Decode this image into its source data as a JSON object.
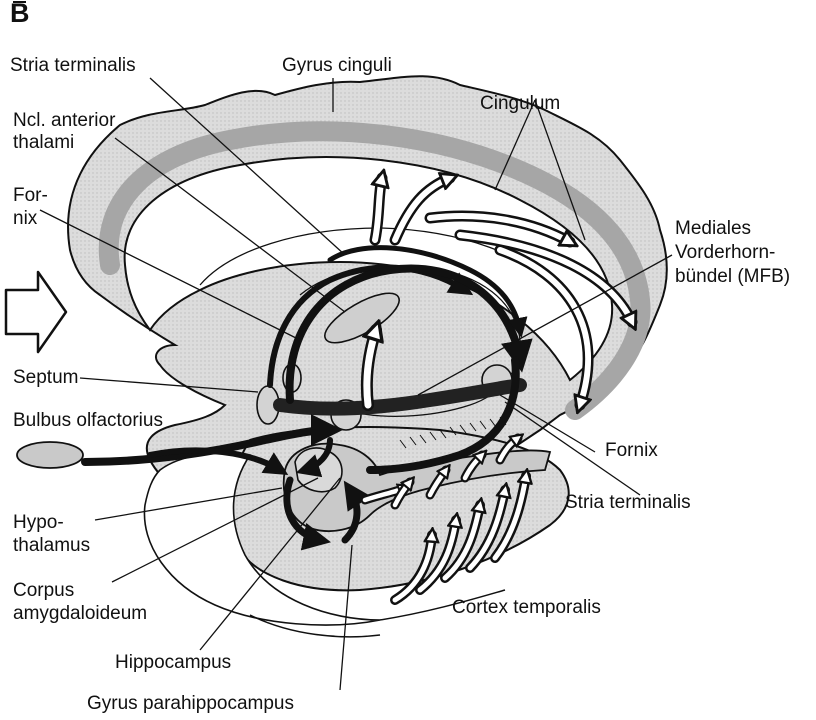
{
  "panel_letter": "B",
  "labels": {
    "stria_terminalis_top": "Stria terminalis",
    "gyrus_cinguli": "Gyrus cinguli",
    "cingulum": "Cingulum",
    "ncl_anterior_1": "Ncl. anterior",
    "ncl_anterior_2": "thalami",
    "fornix_left_1": "For-",
    "fornix_left_2": "nix",
    "mfb_1": "Mediales",
    "mfb_2": "Vorderhorn-",
    "mfb_3": "bündel (MFB)",
    "septum": "Septum",
    "bulbus_olfactorius": "Bulbus olfactorius",
    "fornix_right": "Fornix",
    "stria_terminalis_bottom": "Stria terminalis",
    "hypothalamus_1": "Hypo-",
    "hypothalamus_2": "thalamus",
    "corpus_1": "Corpus",
    "corpus_2": "amygdaloideum",
    "cortex_temporalis": "Cortex temporalis",
    "hippocampus": "Hippocampus",
    "gyrus_parahippocampus": "Gyrus parahippocampus"
  },
  "colors": {
    "ink": "#111111",
    "cortex_shade": "#d4d4d4",
    "cingulum_band": "#a6a6a6",
    "nucleus_fill": "#c9c9c9"
  }
}
